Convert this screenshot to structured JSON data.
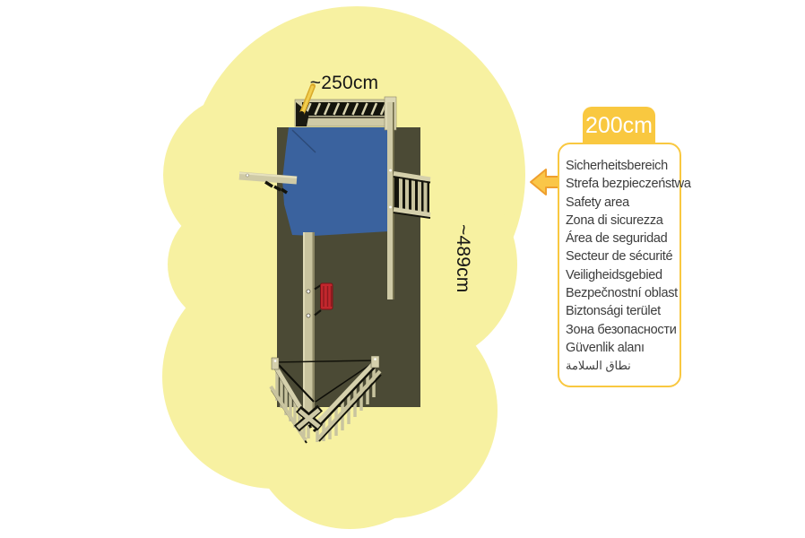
{
  "dimensions": {
    "width_label": "~250cm",
    "depth_label": "~489cm",
    "safety_distance_label": "200cm"
  },
  "safety_box": {
    "languages": [
      "Sicherheitsbereich",
      "Strefa bezpieczeństwa",
      "Safety area",
      "Zona di sicurezza",
      "Área de seguridad",
      "Secteur de sécurité",
      "Veiligheidsgebied",
      "Bezpečnostní oblast",
      "Biztonsági terület",
      "Зона безопасности",
      "Güvenlik alanı",
      "نطاق السلامة"
    ]
  },
  "colors": {
    "safety_area_fill": "#F7F1A1",
    "equipment_ground": "#4B4A35",
    "roof_blue": "#3A629E",
    "wood_beige": "#CFCAA6",
    "swing_red": "#C2272D",
    "accent_yellow": "#F9C840",
    "arrow_fill": "#FAC648",
    "arrow_outline": "#EF9F2E"
  },
  "icons": {
    "arrow_left": "safety-distance-arrow"
  }
}
